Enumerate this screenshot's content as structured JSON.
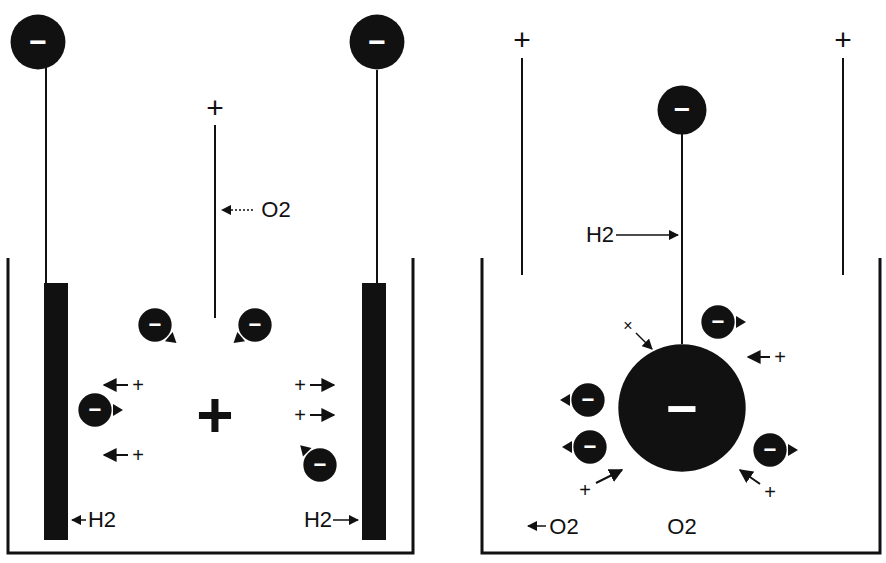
{
  "diagram": {
    "nodes": [
      {
        "text": [
          "−"
        ]
      },
      {
        "text": [
          "−"
        ]
      },
      {
        "text": [
          "−"
        ]
      },
      {
        "text": [
          "−"
        ]
      },
      {
        "text": [
          "−"
        ]
      },
      {
        "text": [
          "−"
        ]
      },
      {
        "text": [
          "−"
        ]
      },
      {
        "text": [
          "−"
        ]
      },
      {
        "text": [
          "−"
        ]
      },
      {
        "text": [
          "−"
        ]
      },
      {
        "text": [
          "−"
        ]
      },
      {
        "text": [
          "−"
        ]
      }
    ],
    "labels": [
      "+",
      "O2",
      "+",
      "+",
      "+",
      "+",
      "+",
      "H2",
      "H2",
      "+",
      "+",
      "H2",
      "×",
      "+",
      "+",
      "+",
      "O2",
      "O2"
    ]
  }
}
